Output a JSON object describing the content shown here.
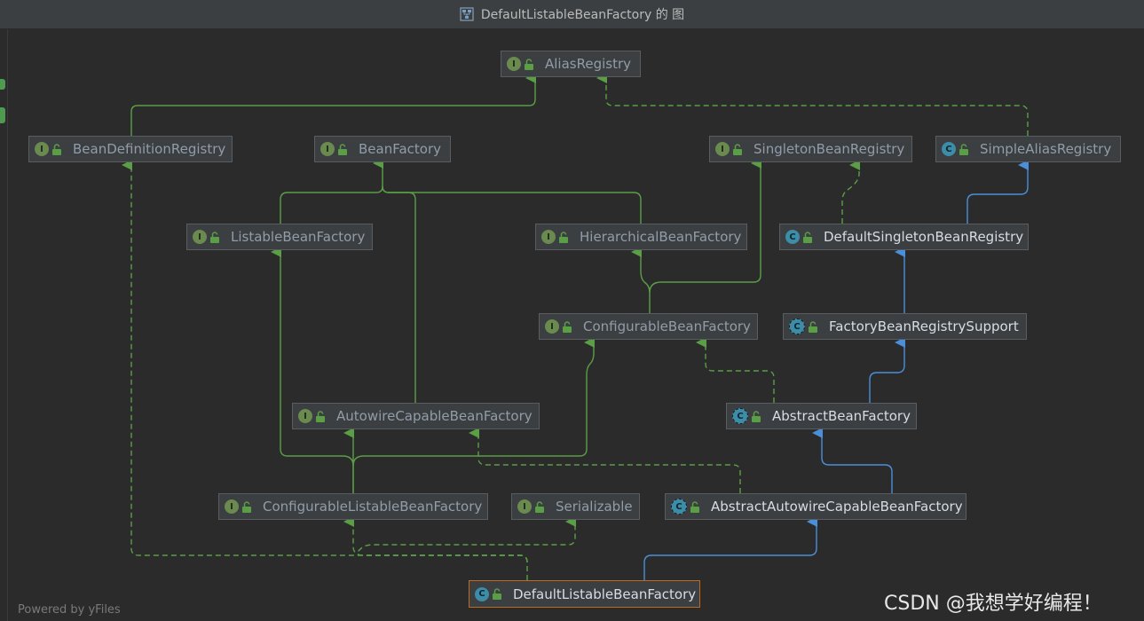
{
  "window": {
    "title": "DefaultListableBeanFactory 的 图"
  },
  "colors": {
    "interface_edge": "#5a9e46",
    "class_edge": "#4a8fd9",
    "selected_border": "#c06a20",
    "background": "#2b2b2b",
    "node_fill": "#3c3f41"
  },
  "nodes": {
    "alias_registry": {
      "label": "AliasRegistry",
      "kind": "interface"
    },
    "bean_definition_registry": {
      "label": "BeanDefinitionRegistry",
      "kind": "interface"
    },
    "bean_factory": {
      "label": "BeanFactory",
      "kind": "interface"
    },
    "singleton_bean_registry": {
      "label": "SingletonBeanRegistry",
      "kind": "interface"
    },
    "simple_alias_registry": {
      "label": "SimpleAliasRegistry",
      "kind": "class"
    },
    "listable_bean_factory": {
      "label": "ListableBeanFactory",
      "kind": "interface"
    },
    "hierarchical_bean_factory": {
      "label": "HierarchicalBeanFactory",
      "kind": "interface"
    },
    "default_singleton_bean_registry": {
      "label": "DefaultSingletonBeanRegistry",
      "kind": "class"
    },
    "configurable_bean_factory": {
      "label": "ConfigurableBeanFactory",
      "kind": "interface"
    },
    "factory_bean_registry_support": {
      "label": "FactoryBeanRegistrySupport",
      "kind": "abstract-class"
    },
    "autowire_capable_bean_factory": {
      "label": "AutowireCapableBeanFactory",
      "kind": "interface"
    },
    "abstract_bean_factory": {
      "label": "AbstractBeanFactory",
      "kind": "abstract-class"
    },
    "configurable_listable_bean_factory": {
      "label": "ConfigurableListableBeanFactory",
      "kind": "interface"
    },
    "serializable": {
      "label": "Serializable",
      "kind": "interface"
    },
    "abstract_autowire_capable_bean_factory": {
      "label": "AbstractAutowireCapableBeanFactory",
      "kind": "abstract-class"
    },
    "default_listable_bean_factory": {
      "label": "DefaultListableBeanFactory",
      "kind": "class",
      "selected": true
    }
  },
  "badges": {
    "interface": "I",
    "class": "C"
  },
  "footer": {
    "powered_by": "Powered by yFiles",
    "watermark": "CSDN @我想学好编程！"
  }
}
